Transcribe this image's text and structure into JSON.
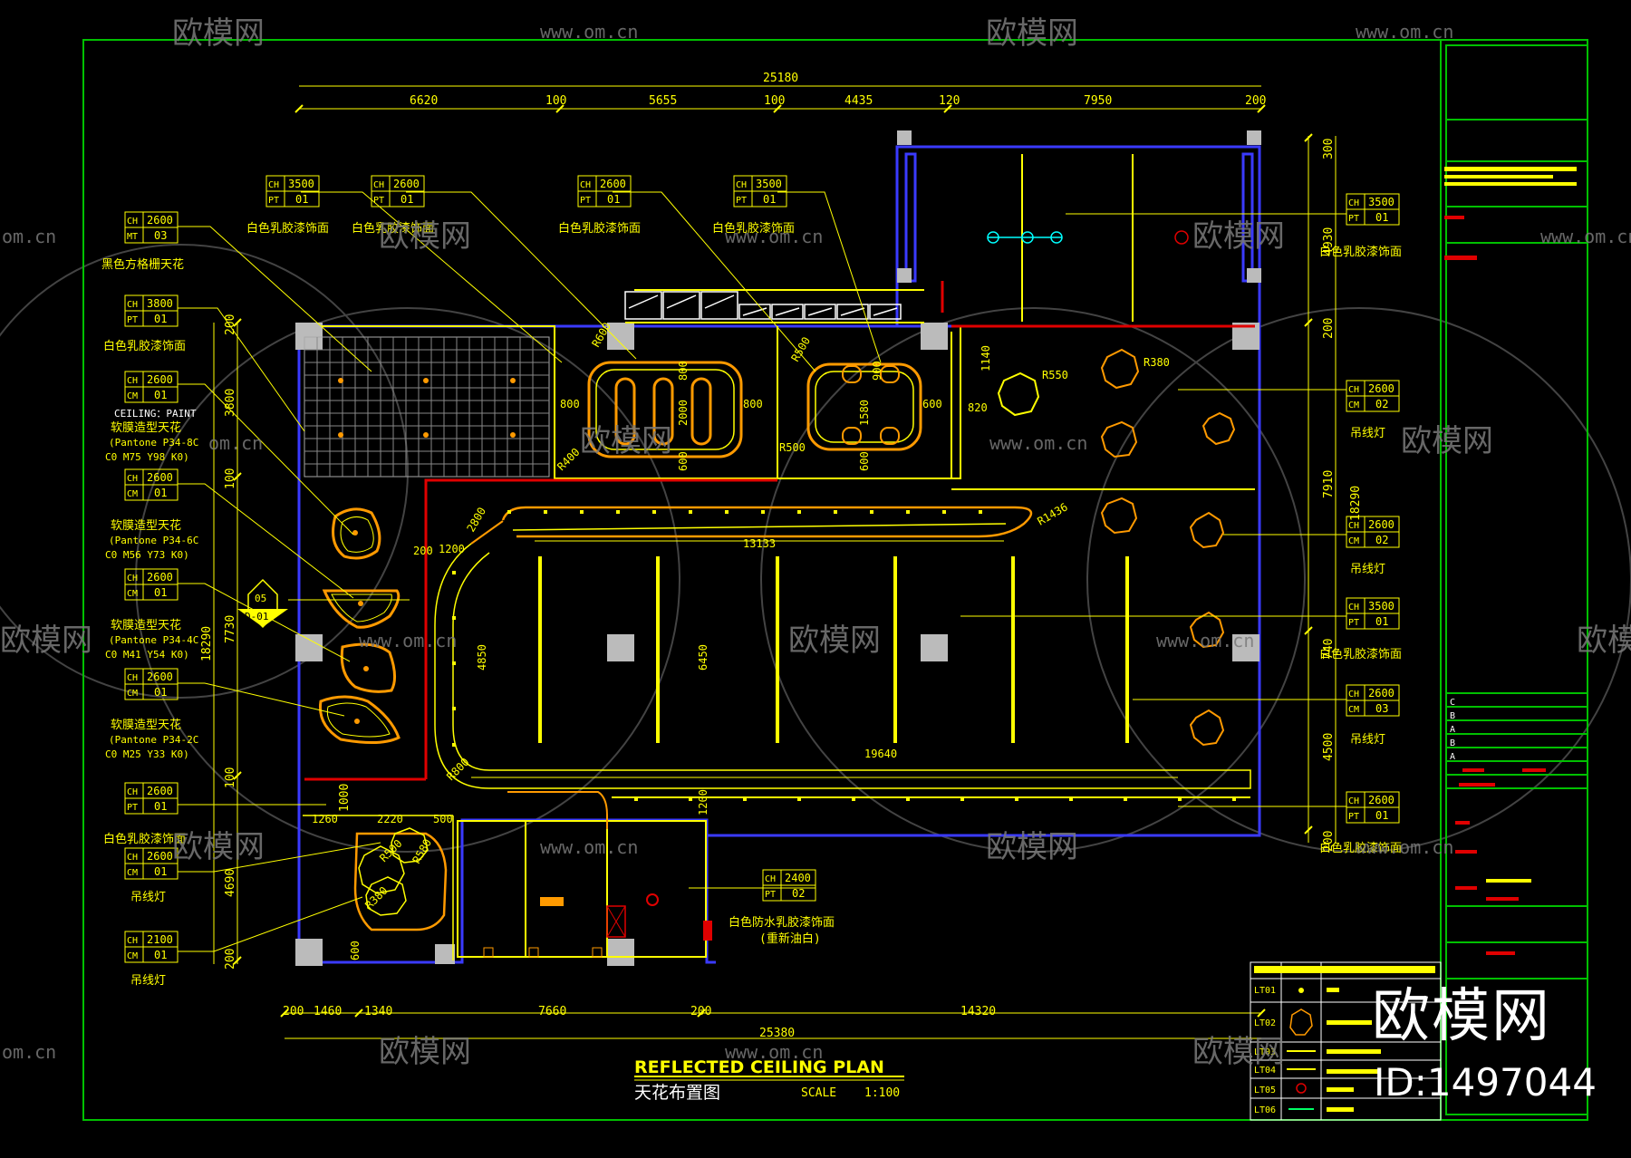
{
  "colors": {
    "background": "#000000",
    "frame": "#00c000",
    "dim": "#ffff00",
    "wall": "#3a3aff",
    "red": "#e00000",
    "orange": "#ff9a00",
    "grey": "#bbbbbb",
    "white": "#ffffff",
    "watermark": "#6a6a6a"
  },
  "watermark": {
    "brand": "欧模网",
    "url": "www.om.cn",
    "url_short": "om.cn"
  },
  "title_block": {
    "title": "REFLECTED CEILING PLAN",
    "subtitle": "天花布置图",
    "scale_label": "SCALE",
    "scale_value": "1:100"
  },
  "overlay": {
    "brand": "欧模网",
    "id": "ID:1497044"
  },
  "dimensions": {
    "top_total": "25180",
    "top": [
      "6620",
      "100",
      "5655",
      "100",
      "4435",
      "120",
      "7950",
      "200"
    ],
    "bottom_total": "25380",
    "bottom": [
      "200",
      "1460",
      "1340",
      "7660",
      "200",
      "14320"
    ],
    "left_total": "18290",
    "left": [
      "200",
      "3800",
      "100",
      "7730",
      "100",
      "1000",
      "4690",
      "200"
    ],
    "right_total": "18290",
    "right": [
      "300",
      "4930",
      "200",
      "7910",
      "740",
      "4500",
      "200"
    ],
    "inner": [
      "1200",
      "13133",
      "19640",
      "1200",
      "4850",
      "6450",
      "1260",
      "2220",
      "500",
      "1140",
      "820",
      "600",
      "800",
      "800",
      "2000",
      "800",
      "1580",
      "900",
      "600",
      "600",
      "600"
    ],
    "radii": [
      "R380",
      "R550",
      "R1436",
      "R500",
      "R400",
      "R500",
      "R800",
      "R600",
      "R500",
      "R380",
      "R580"
    ],
    "radius_labels": [
      "2800",
      "200"
    ]
  },
  "tags": [
    {
      "ch": "2600",
      "code": "MT",
      "num": "03",
      "desc": "黑色方格栅天花"
    },
    {
      "ch": "3800",
      "code": "PT",
      "num": "01",
      "desc": "白色乳胶漆饰面"
    },
    {
      "ch": "2600",
      "code": "CM",
      "num": "01",
      "desc": "CEILING：PAINT",
      "desc2": "软膜造型天花",
      "desc3": "(Pantone P34-8C",
      "desc4": "C0 M75 Y98 K0)"
    },
    {
      "ch": "2600",
      "code": "CM",
      "num": "01",
      "desc": "软膜造型天花",
      "desc2": "(Pantone P34-6C",
      "desc3": "C0 M56 Y73 K0)"
    },
    {
      "ch": "2600",
      "code": "CM",
      "num": "01",
      "desc": "软膜造型天花",
      "desc2": "(Pantone P34-4C",
      "desc3": "C0 M41 Y54 K0)"
    },
    {
      "ch": "2600",
      "code": "CM",
      "num": "01",
      "desc": "软膜造型天花",
      "desc2": "(Pantone P34-2C",
      "desc3": "C0 M25 Y33 K0)"
    },
    {
      "ch": "2600",
      "code": "PT",
      "num": "01",
      "desc": "白色乳胶漆饰面"
    },
    {
      "ch": "2600",
      "code": "CM",
      "num": "01",
      "desc": "吊线灯"
    },
    {
      "ch": "2100",
      "code": "CM",
      "num": "01",
      "desc": "吊线灯"
    },
    {
      "ch": "3500",
      "code": "PT",
      "num": "01",
      "desc": "白色乳胶漆饰面"
    },
    {
      "ch": "2600",
      "code": "PT",
      "num": "01",
      "desc": "白色乳胶漆饰面"
    },
    {
      "ch": "2600",
      "code": "PT",
      "num": "01",
      "desc": "白色乳胶漆饰面"
    },
    {
      "ch": "3500",
      "code": "PT",
      "num": "01",
      "desc": "白色乳胶漆饰面"
    },
    {
      "ch": "3500",
      "code": "PT",
      "num": "01",
      "desc": "白色乳胶漆饰面"
    },
    {
      "ch": "2600",
      "code": "CM",
      "num": "02",
      "desc": "吊线灯"
    },
    {
      "ch": "2600",
      "code": "CM",
      "num": "02",
      "desc": "吊线灯"
    },
    {
      "ch": "3500",
      "code": "PT",
      "num": "01",
      "desc": "白色乳胶漆饰面"
    },
    {
      "ch": "2600",
      "code": "CM",
      "num": "03",
      "desc": "吊线灯"
    },
    {
      "ch": "2600",
      "code": "PT",
      "num": "01",
      "desc": "白色乳胶漆饰面"
    },
    {
      "ch": "2400",
      "code": "PT",
      "num": "02",
      "desc": "白色防水乳胶漆饰面",
      "desc2": "(重新油白)"
    }
  ],
  "section_marker": {
    "num": "05",
    "ref": "D-01"
  },
  "legend": {
    "codes": [
      "LT01",
      "LT02",
      "LT03",
      "LT04",
      "LT05",
      "LT06"
    ]
  },
  "sheet_strip": {
    "rev_letters": [
      "C",
      "B",
      "A",
      "B",
      "A"
    ]
  }
}
